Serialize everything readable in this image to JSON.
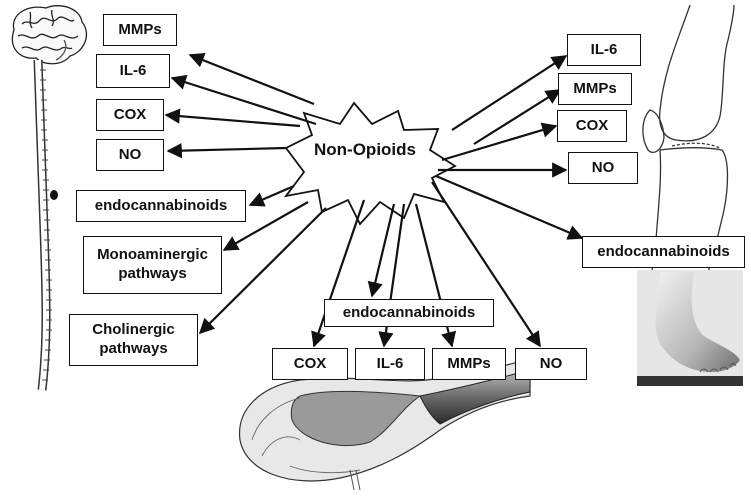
{
  "center": {
    "label": "Non-Opioids"
  },
  "spine_targets": {
    "mmps": "MMPs",
    "il6": "IL-6",
    "cox": "COX",
    "no": "NO",
    "endocannabinoids": "endocannabinoids",
    "monoaminergic": "Monoaminergic pathways",
    "cholinergic": "Cholinergic pathways"
  },
  "joint_targets": {
    "il6": "IL-6",
    "mmps": "MMPs",
    "cox": "COX",
    "no": "NO",
    "endocannabinoids": "endocannabinoids"
  },
  "nerve_targets": {
    "endocannabinoids": "endocannabinoids",
    "cox": "COX",
    "il6": "IL-6",
    "mmps": "MMPs",
    "no": "NO"
  },
  "illustrations": [
    "brain-spinal-cord-illustration",
    "knee-joint-illustration",
    "foot-photo",
    "nerve-cross-section-illustration"
  ],
  "colors": {
    "line": "#111111",
    "box_border": "#111111",
    "background": "#ffffff"
  }
}
